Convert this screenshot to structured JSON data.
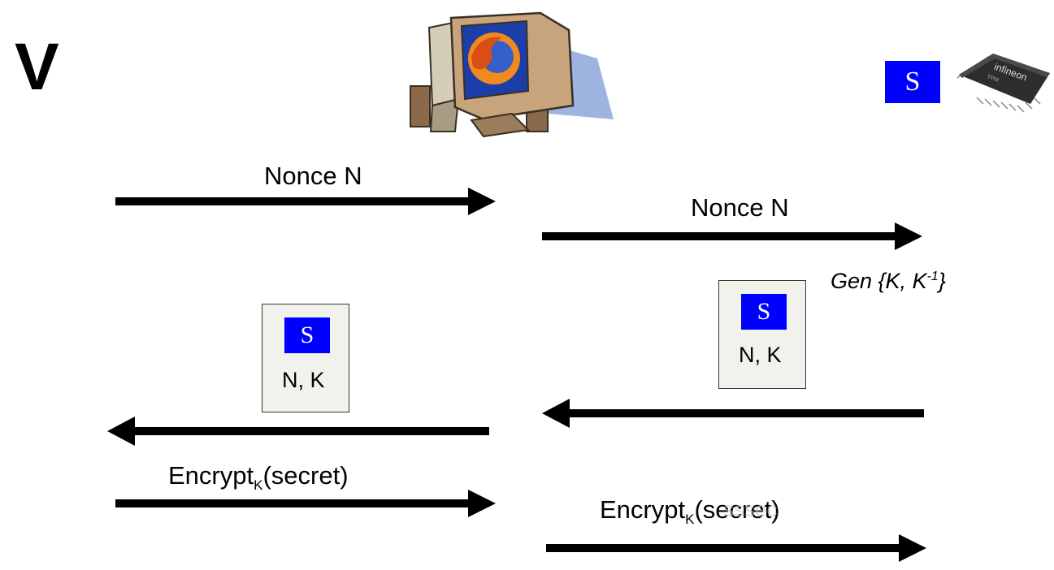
{
  "verifier_label": "V",
  "tpm_signature_letter": "S",
  "tpm_chip_brand": "infineon",
  "tpm_chip_model": "TPM",
  "messages": {
    "nonce_1": "Nonce N",
    "nonce_2": "Nonce N",
    "encrypt_prefix_1": "Encrypt",
    "encrypt_sub_1": "K",
    "encrypt_arg_1": "(secret)",
    "encrypt_prefix_2": "Encrypt",
    "encrypt_sub_2": "K",
    "encrypt_arg_2": "(secret)",
    "encrypt_ghost_2": "sssec"
  },
  "gen": {
    "prefix": "Gen {K, K",
    "sup": "-1",
    "suffix": "}"
  },
  "cert_left": {
    "letter": "S",
    "content": "N, K"
  },
  "cert_right": {
    "letter": "S",
    "content": "N, K"
  },
  "colors": {
    "signature_blue": "#0000ff",
    "cert_fill": "#f2f2ec"
  }
}
